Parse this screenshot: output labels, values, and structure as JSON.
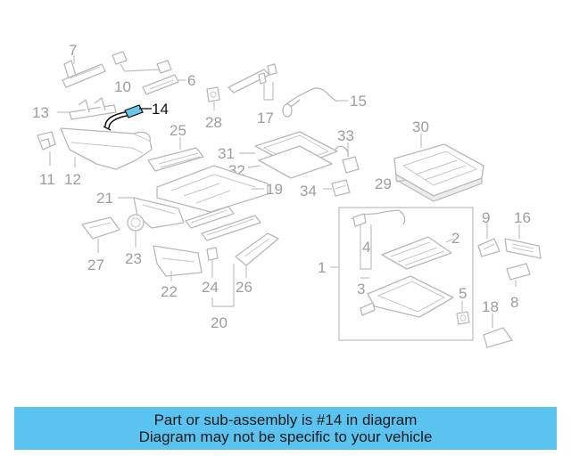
{
  "diagram": {
    "labels": {
      "l1": "1",
      "l2": "2",
      "l3": "3",
      "l4": "4",
      "l5": "5",
      "l6": "6",
      "l7": "7",
      "l8": "8",
      "l9": "9",
      "l10": "10",
      "l11": "11",
      "l12": "12",
      "l13": "13",
      "l14": "14",
      "l15": "15",
      "l16": "16",
      "l17": "17",
      "l18": "18",
      "l19": "19",
      "l20": "20",
      "l21": "21",
      "l22": "22",
      "l23": "23",
      "l24": "24",
      "l25": "25",
      "l26": "26",
      "l27": "27",
      "l28": "28",
      "l29": "29",
      "l30": "30",
      "l31": "31",
      "l32": "32",
      "l33": "33",
      "l34": "34"
    },
    "highlighted_part": "14",
    "highlight_color": "#69c5ec"
  },
  "footer": {
    "line1": "Part or sub-assembly is #14 in diagram",
    "line2": "Diagram may not be specific to your vehicle",
    "background": "#5bc3ef"
  }
}
